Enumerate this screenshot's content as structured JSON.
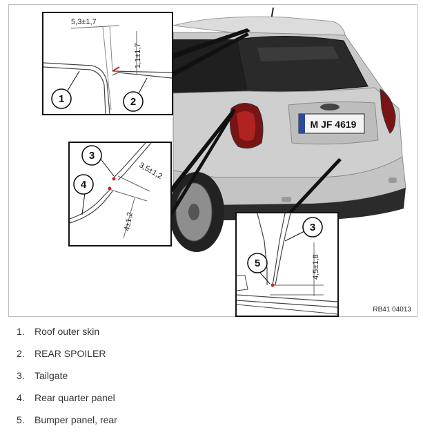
{
  "figure": {
    "id": "RB41 04013",
    "plate_text": "M JF 4619",
    "insets": {
      "roof": {
        "dim_horizontal": "5,3±1,7",
        "dim_vertical": "1,1±1,7",
        "callouts": [
          "1",
          "2"
        ]
      },
      "side": {
        "dim_diagonal": "3,5±1,2",
        "dim_vertical": "4±1,2",
        "callouts": [
          "3",
          "4"
        ]
      },
      "bumper": {
        "dim_vertical": "4,5±1,8",
        "callouts": [
          "3",
          "5"
        ]
      }
    }
  },
  "legend": [
    {
      "num": "1.",
      "label": "Roof outer skin"
    },
    {
      "num": "2.",
      "label": "REAR SPOILER"
    },
    {
      "num": "3.",
      "label": "Tailgate"
    },
    {
      "num": "4.",
      "label": "Rear quarter panel"
    },
    {
      "num": "5.",
      "label": "Bumper panel, rear"
    }
  ]
}
